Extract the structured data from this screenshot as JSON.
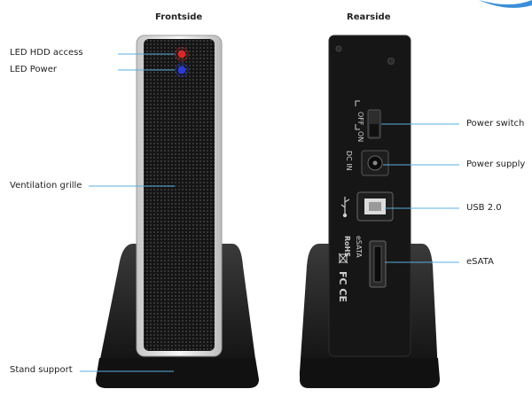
{
  "headings": {
    "front": "Frontside",
    "rear": "Rearside"
  },
  "callouts": {
    "led_hdd": "LED HDD access",
    "led_power": "LED Power",
    "ventilation": "Ventilation grille",
    "stand": "Stand support",
    "power_switch": "Power switch",
    "power_supply": "Power supply",
    "usb": "USB 2.0",
    "esata": "eSATA"
  },
  "panel_markings": {
    "off": "OFF",
    "on": "ON",
    "dc_in": "DC IN",
    "esata": "eSATA",
    "rohs": "RoHS"
  },
  "colors": {
    "led_hdd": "#d42a2a",
    "led_power": "#2a3bd4",
    "callout_line": "#5aaee0",
    "accent_corner": "#3a8fd8"
  }
}
